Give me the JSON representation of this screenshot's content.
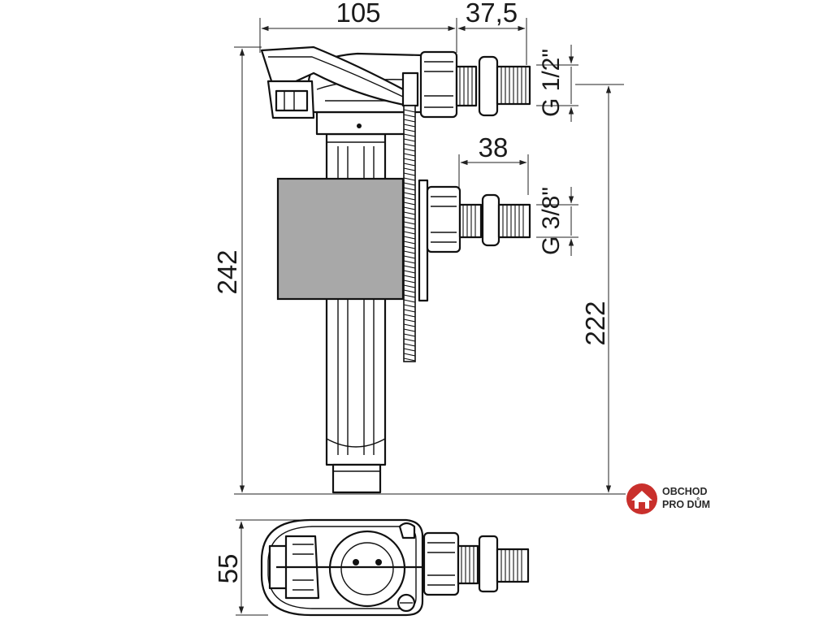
{
  "dimensions": {
    "width_total": "105",
    "inlet_offset_top": "37,5",
    "inlet_offset_side": "38",
    "height_total": "242",
    "height_inlet": "222",
    "depth": "55"
  },
  "threads": {
    "top": "G 1/2\"",
    "side": "G 3/8\""
  },
  "logo": {
    "line1": "OBCHOD",
    "line2": "PRO DŮM"
  },
  "colors": {
    "float": "#a8a8a8",
    "logo_red": "#c9302c",
    "logo_gray": "#888888"
  }
}
